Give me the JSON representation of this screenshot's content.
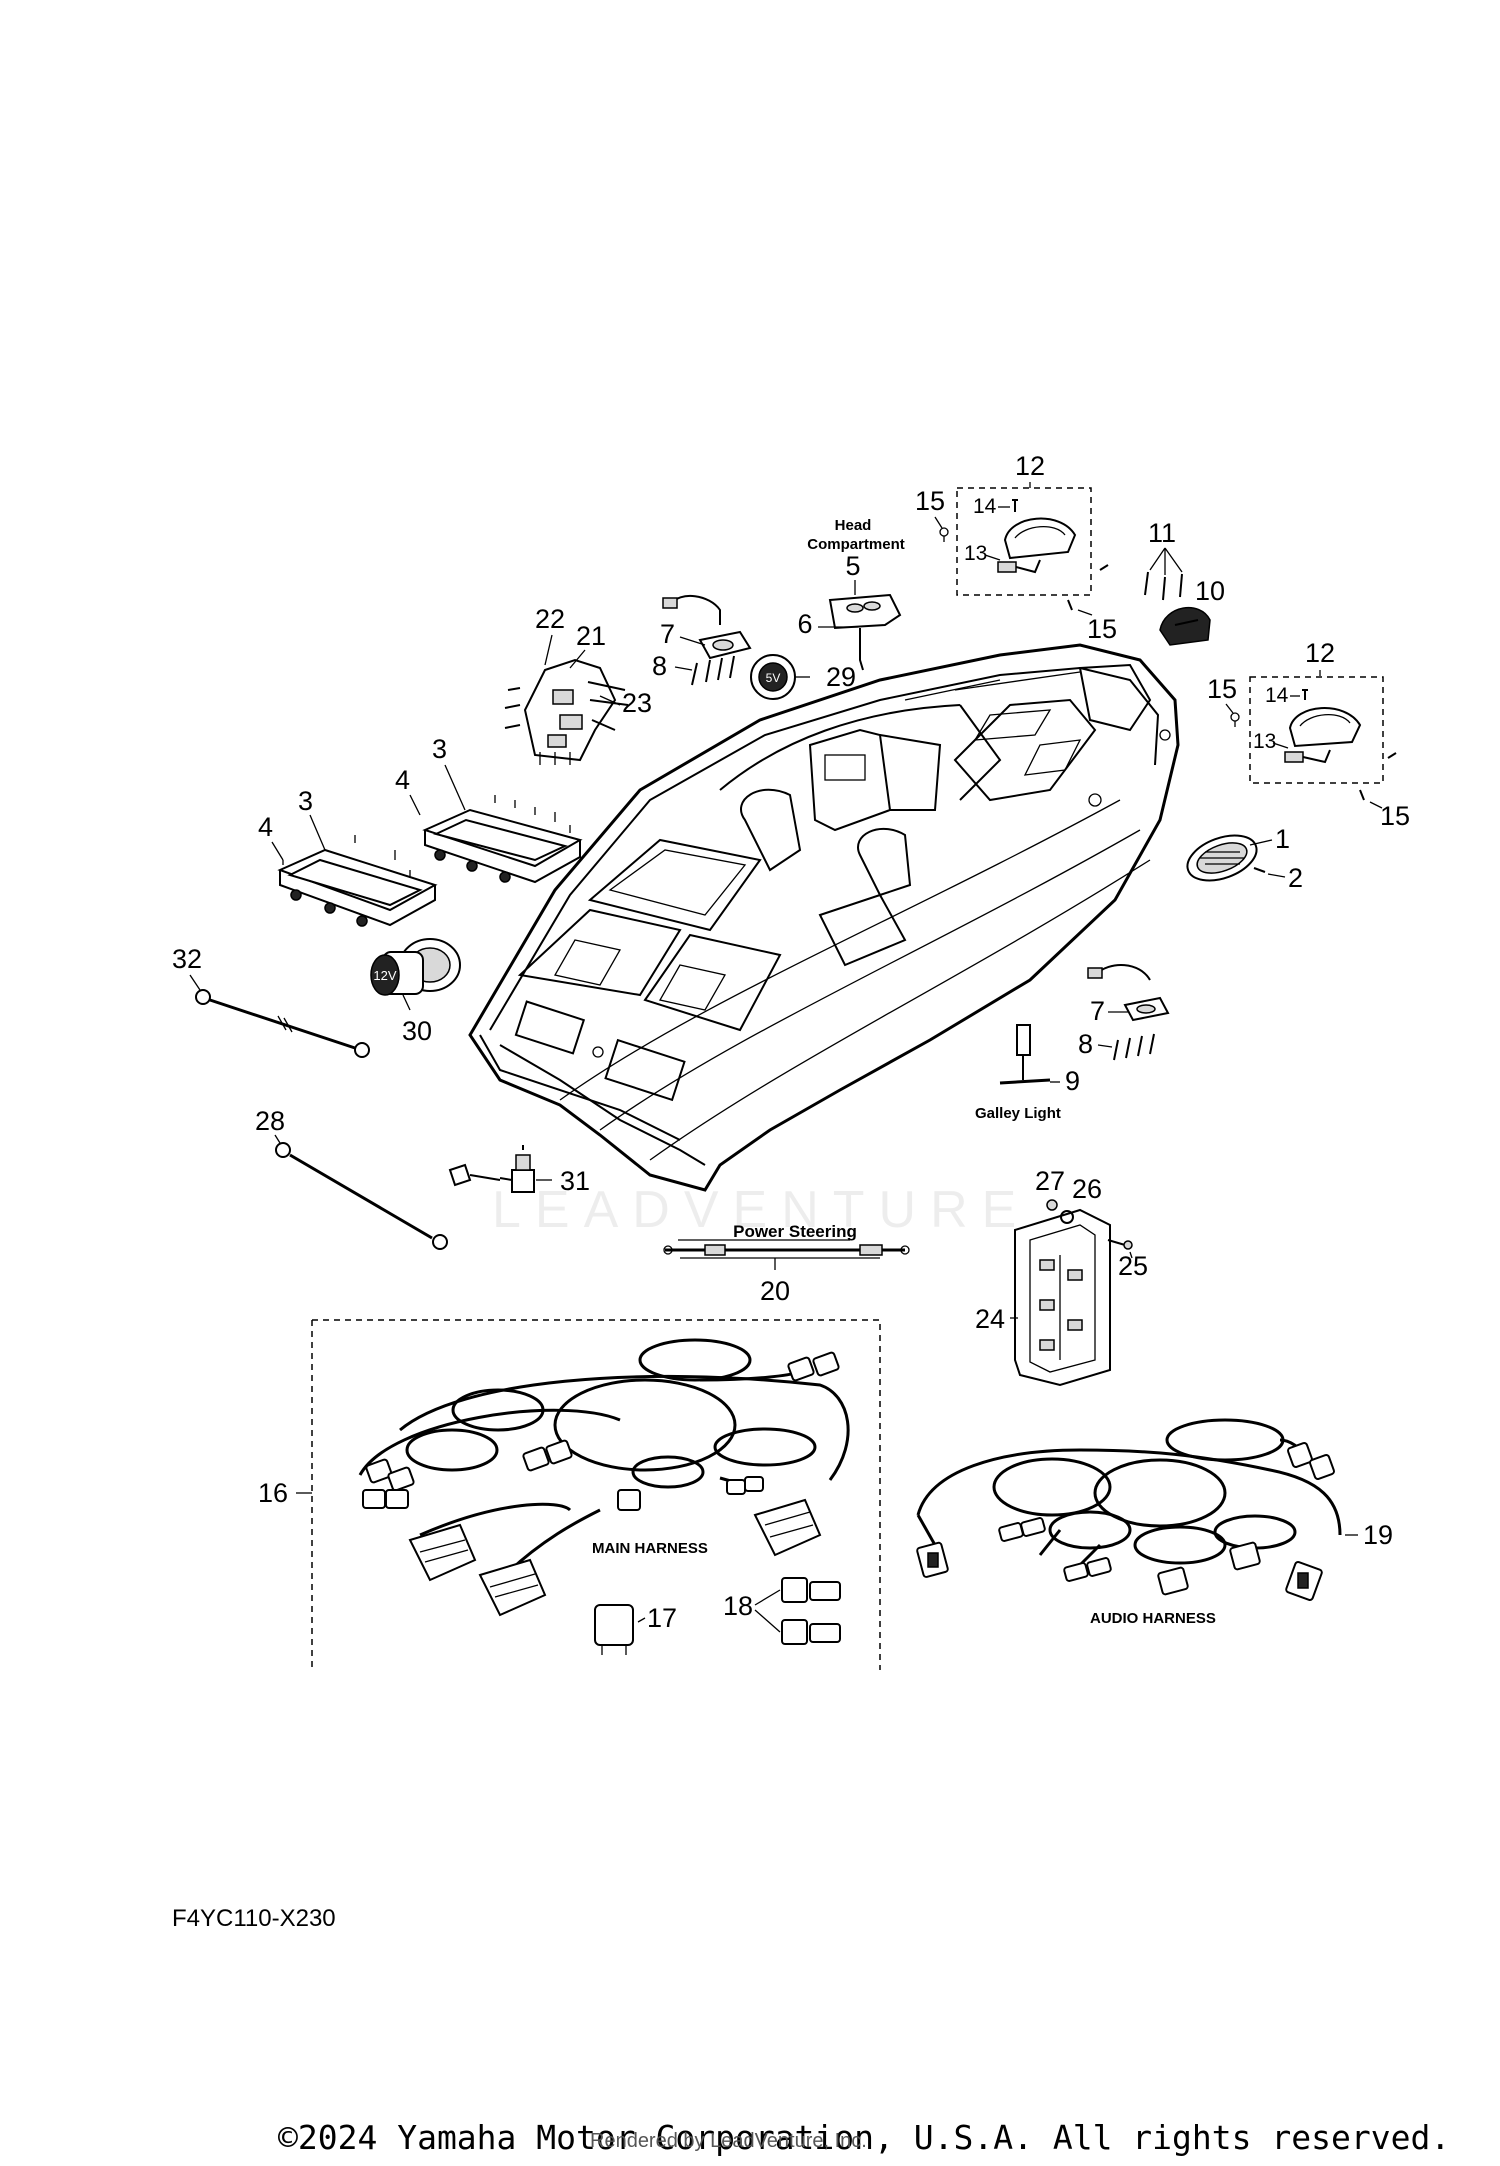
{
  "callouts": {
    "c1": "1",
    "c2": "2",
    "c3a": "3",
    "c3b": "3",
    "c4a": "4",
    "c4b": "4",
    "c5": "5",
    "c6": "6",
    "c7a": "7",
    "c7b": "7",
    "c8a": "8",
    "c8b": "8",
    "c9": "9",
    "c10": "10",
    "c11": "11",
    "c12a": "12",
    "c12b": "12",
    "c13a": "13",
    "c13b": "13",
    "c14a": "14",
    "c14b": "14",
    "c15a": "15",
    "c15b": "15",
    "c15c": "15",
    "c15d": "15",
    "c16": "16",
    "c17": "17",
    "c18": "18",
    "c19": "19",
    "c20": "20",
    "c21": "21",
    "c22": "22",
    "c23": "23",
    "c24": "24",
    "c25": "25",
    "c26": "26",
    "c27": "27",
    "c28": "28",
    "c29": "29",
    "c30": "30",
    "c31": "31",
    "c32": "32"
  },
  "labels": {
    "head_compartment_line1": "Head",
    "head_compartment_line2": "Compartment",
    "galley_light": "Galley Light",
    "power_steering": "Power Steering",
    "main_harness": "MAIN HARNESS",
    "audio_harness": "AUDIO HARNESS",
    "socket_12v": "12V",
    "socket_5v": "5V"
  },
  "watermark": "LEADVENTURE",
  "diagram_code": "F4YC110-X230",
  "copyright": "©2024 Yamaha Motor Corporation, U.S.A. All rights reserved.",
  "rendered_by": "Rendered by LeadVenture, Inc."
}
